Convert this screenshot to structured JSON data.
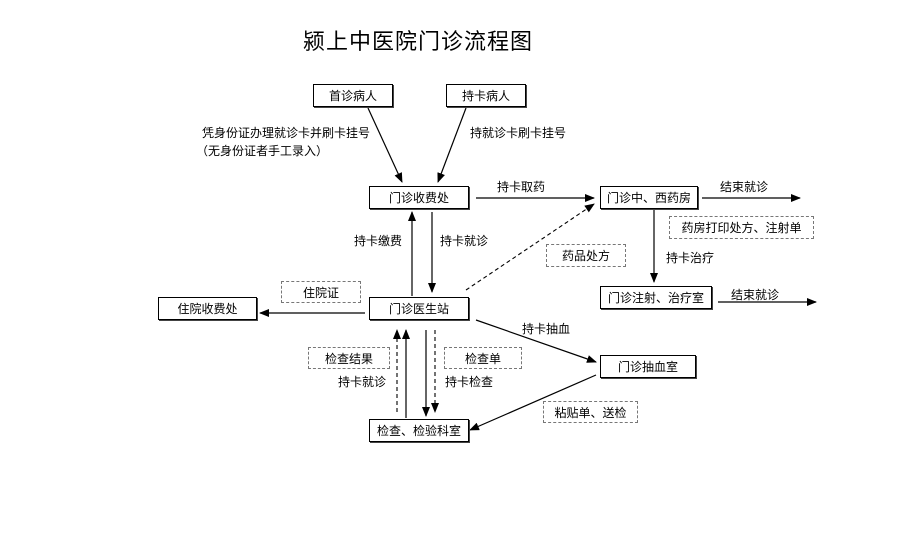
{
  "title": "颍上中医院门诊流程图",
  "nodes": {
    "first_visit": "首诊病人",
    "card_holder": "持卡病人",
    "cashier": "门诊收费处",
    "pharmacy": "门诊中、西药房",
    "doctor_station": "门诊医生站",
    "inpatient_cashier": "住院收费处",
    "injection_room": "门诊注射、治疗室",
    "blood_room": "门诊抽血室",
    "lab_room": "检查、检验科室"
  },
  "notes": {
    "inpatient_cert": "住院证",
    "drug_prescription": "药品处方",
    "print_rx": "药房打印处方、注射单",
    "check_result": "检查结果",
    "check_sheet": "检查单",
    "label_send": "粘贴单、送检"
  },
  "labels": {
    "register_id_1": "凭身份证办理就诊卡并刷卡挂号",
    "register_id_2": "（无身份证者手工录入）",
    "swipe_register": "持就诊卡刷卡挂号",
    "take_medicine": "持卡取药",
    "end_visit_1": "结束就诊",
    "pay": "持卡缴费",
    "see_doctor": "持卡就诊",
    "treatment": "持卡治疗",
    "end_visit_2": "结束就诊",
    "draw_blood": "持卡抽血",
    "return_visit": "持卡就诊",
    "exam": "持卡检查"
  }
}
